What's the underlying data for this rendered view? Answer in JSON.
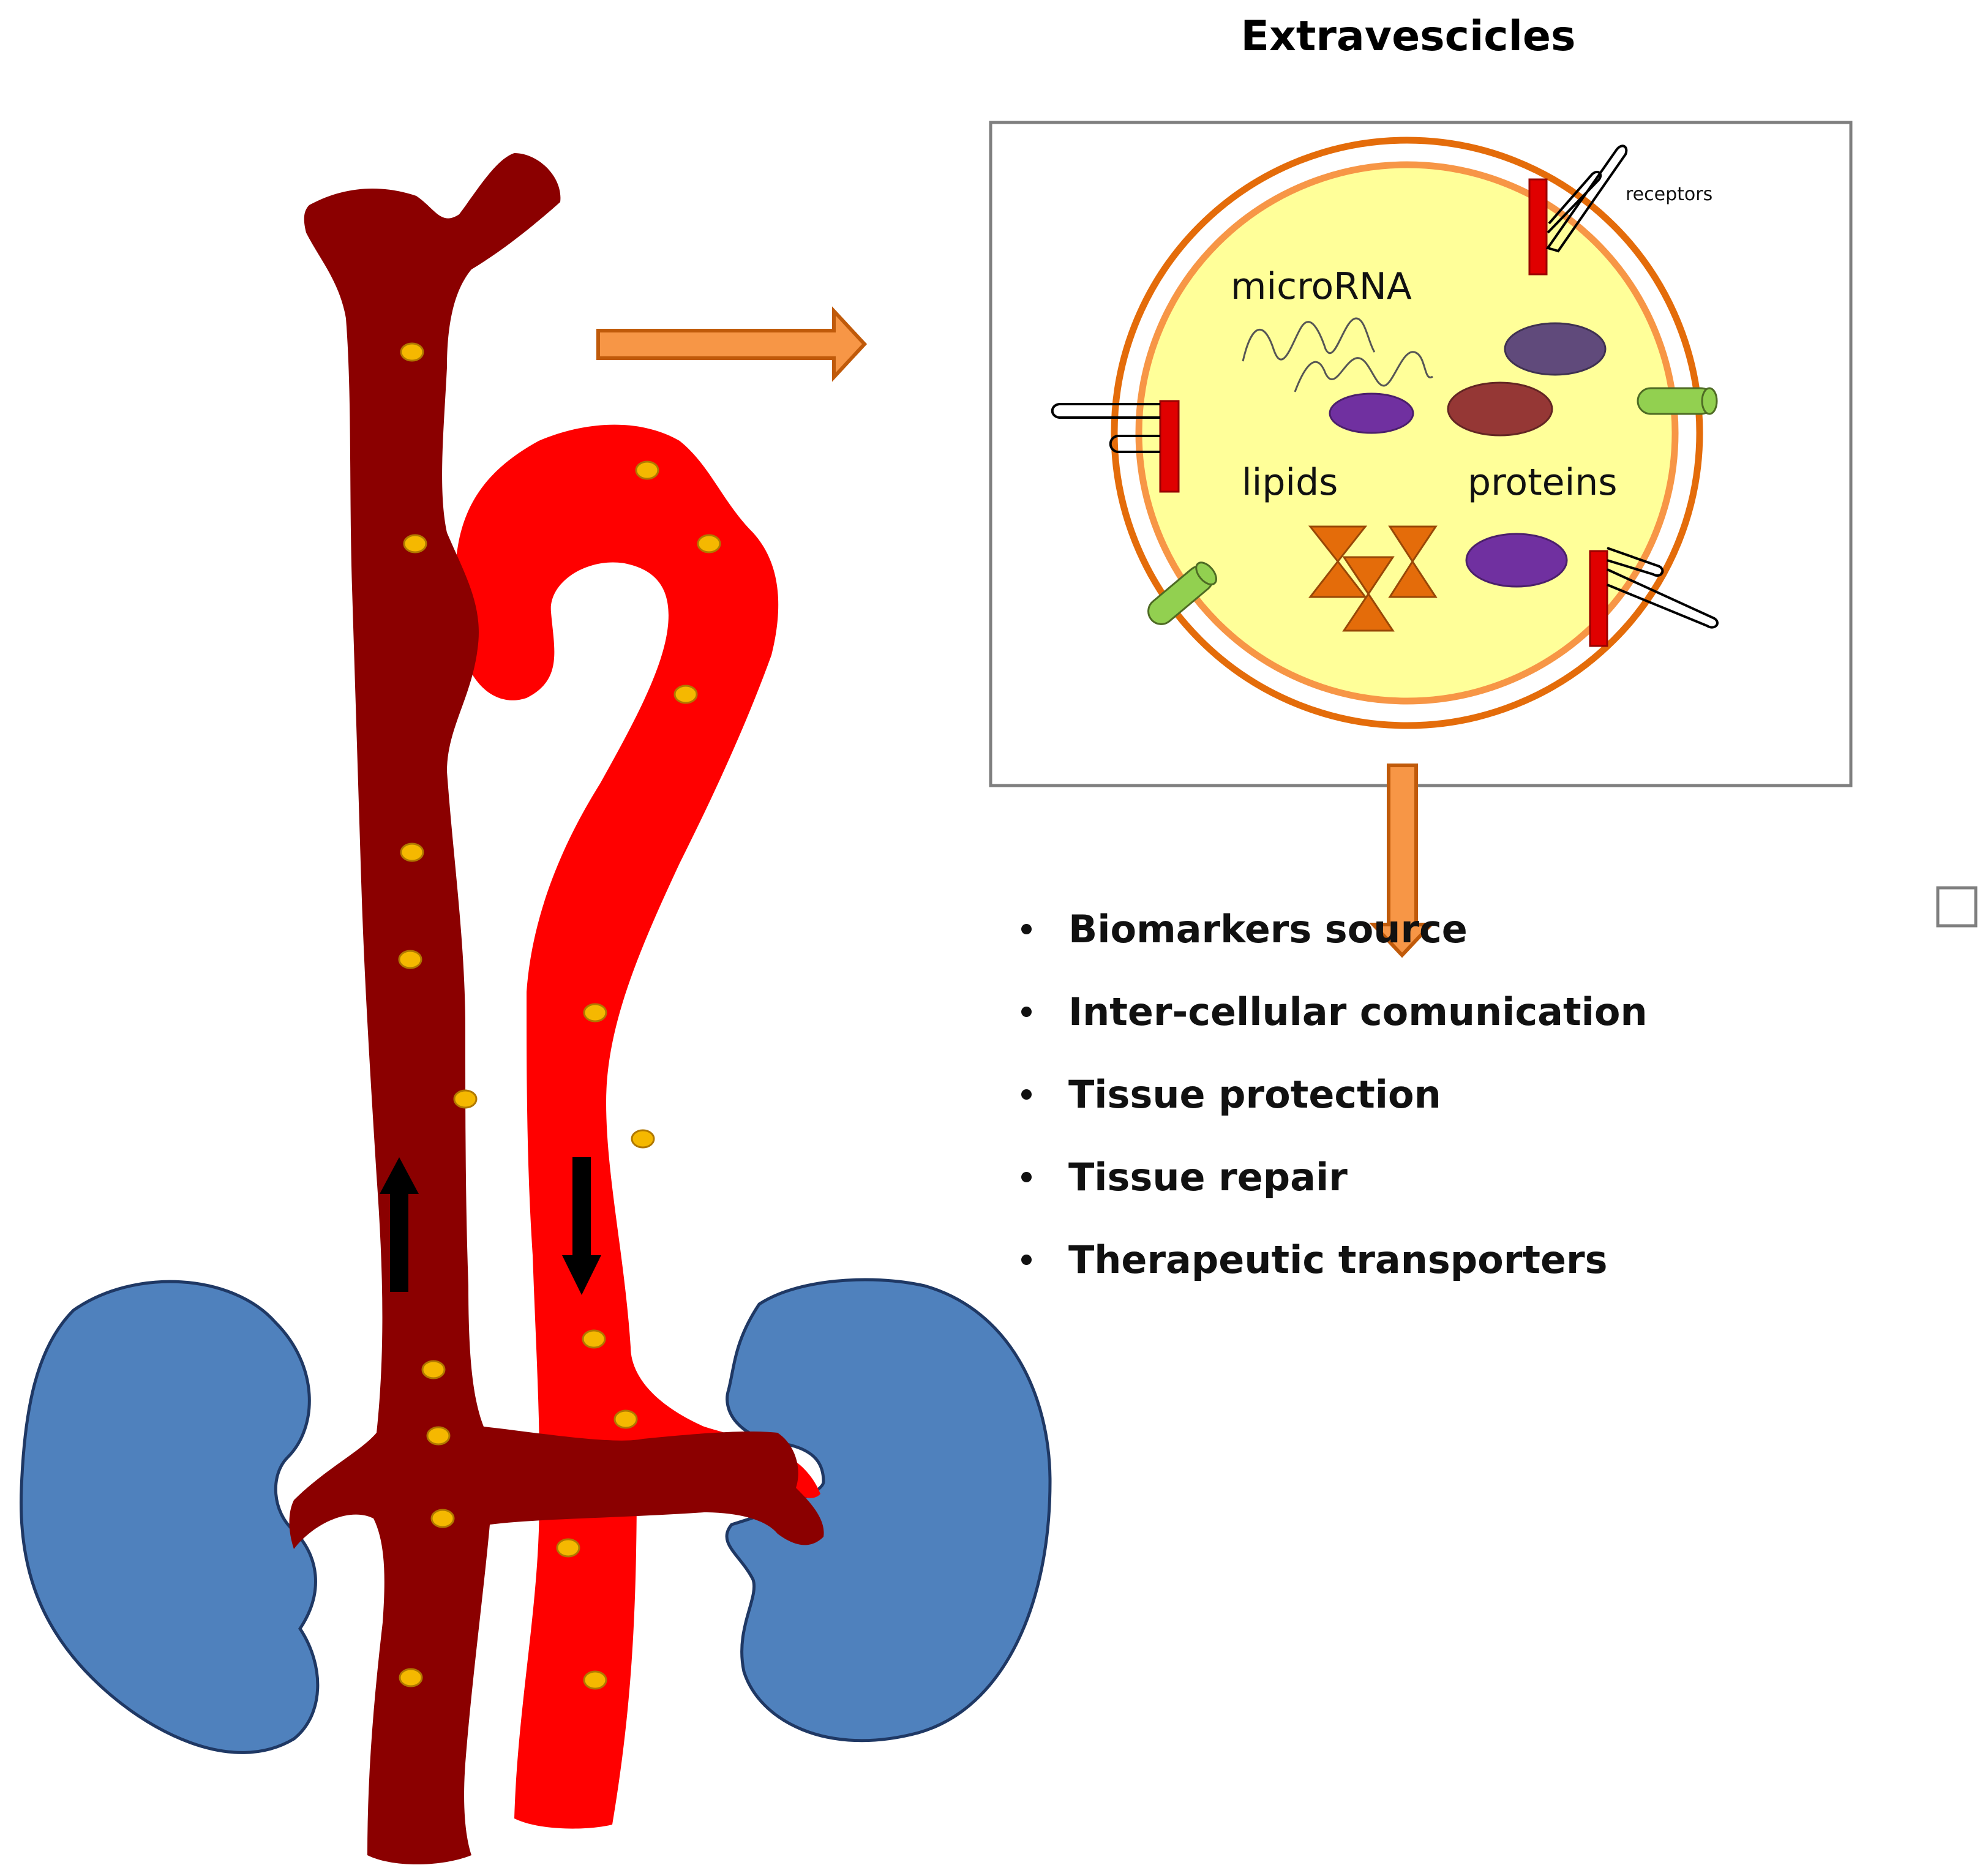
{
  "title": "Extravescicles",
  "vesicle_labels": {
    "microrna": "microRNA",
    "lipids": "lipids",
    "proteins": "proteins",
    "receptors": "receptors"
  },
  "functions": [
    "Biomarkers source",
    "Inter-cellular comunication",
    "Tissue protection",
    "Tissue repair",
    "Therapeutic transporters"
  ],
  "colors": {
    "vein": "#8b0000",
    "artery": "#ff0000",
    "kidney": "#4f81bd",
    "vesicle_dot": "#f5b800",
    "arrow_orange": "#f79646",
    "vesicle_fill": "#ffff99",
    "vesicle_ring": "#e46c0a",
    "green_channel": "#92d050",
    "receptor_red": "#e00000",
    "protein_purple": "#7030a0",
    "protein_slate": "#604a7b",
    "protein_brown": "#953735"
  }
}
